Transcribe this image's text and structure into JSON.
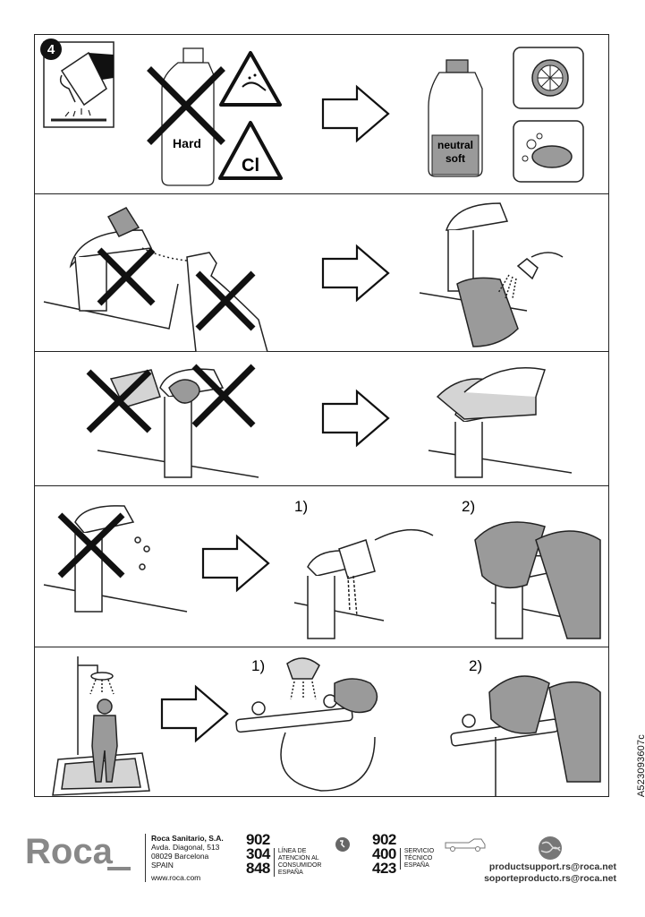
{
  "step": {
    "number": "4"
  },
  "panel1": {
    "hard_label": "Hard",
    "cl_label": "Cl",
    "neutral_label_1": "neutral",
    "neutral_label_2": "soft"
  },
  "panel4": {
    "step1": "1)",
    "step2": "2)"
  },
  "panel5": {
    "step1": "1)",
    "step2": "2)"
  },
  "doc_code": "A523093607c",
  "footer": {
    "brand": "Roca",
    "company_name": "Roca Sanitario, S.A.",
    "address_1": "Avda. Diagonal, 513",
    "address_2": "08029 Barcelona",
    "address_3": "SPAIN",
    "website": "www.roca.com",
    "phone1": {
      "line1": "902",
      "line2": "304",
      "line3": "848",
      "label1": "LÍNEA DE",
      "label2": "ATENCIÓN AL",
      "label3": "CONSUMIDOR",
      "label4": "ESPAÑA"
    },
    "phone2": {
      "line1": "902",
      "line2": "400",
      "line3": "423",
      "label1": "SERVICIO",
      "label2": "TÉCNICO",
      "label3": "ESPAÑA"
    },
    "email1": "productsupport.rs@roca.net",
    "email2": "soporteproducto.rs@roca.net"
  },
  "colors": {
    "line": "#222222",
    "fill_gray": "#9a9a9a",
    "light_gray": "#d4d4d4"
  }
}
